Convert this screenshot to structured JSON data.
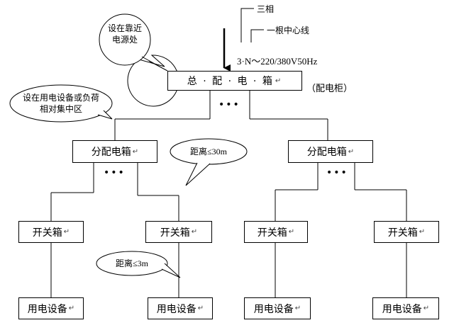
{
  "supply": {
    "three_phase": "三相",
    "neutral": "一根中心线",
    "spec": "3·N～220/380V50Hz"
  },
  "main_box": {
    "label": "总 · 配 · 电 · 箱",
    "note": "（配电柜）"
  },
  "callouts": {
    "near_source": "设在靠近电源处",
    "near_load": "设在用电设备或负荷相对集中区",
    "dist_30m": "距离≤30m",
    "dist_3m": "距离≤3m"
  },
  "sub_boxes": [
    "分配电箱",
    "分配电箱"
  ],
  "switch_boxes": [
    "开关箱",
    "开关箱",
    "开关箱",
    "开关箱"
  ],
  "equipment_boxes": [
    "用电设备",
    "用电设备",
    "用电设备",
    "用电设备"
  ],
  "para_mark": "↵",
  "ellipsis": "•••"
}
